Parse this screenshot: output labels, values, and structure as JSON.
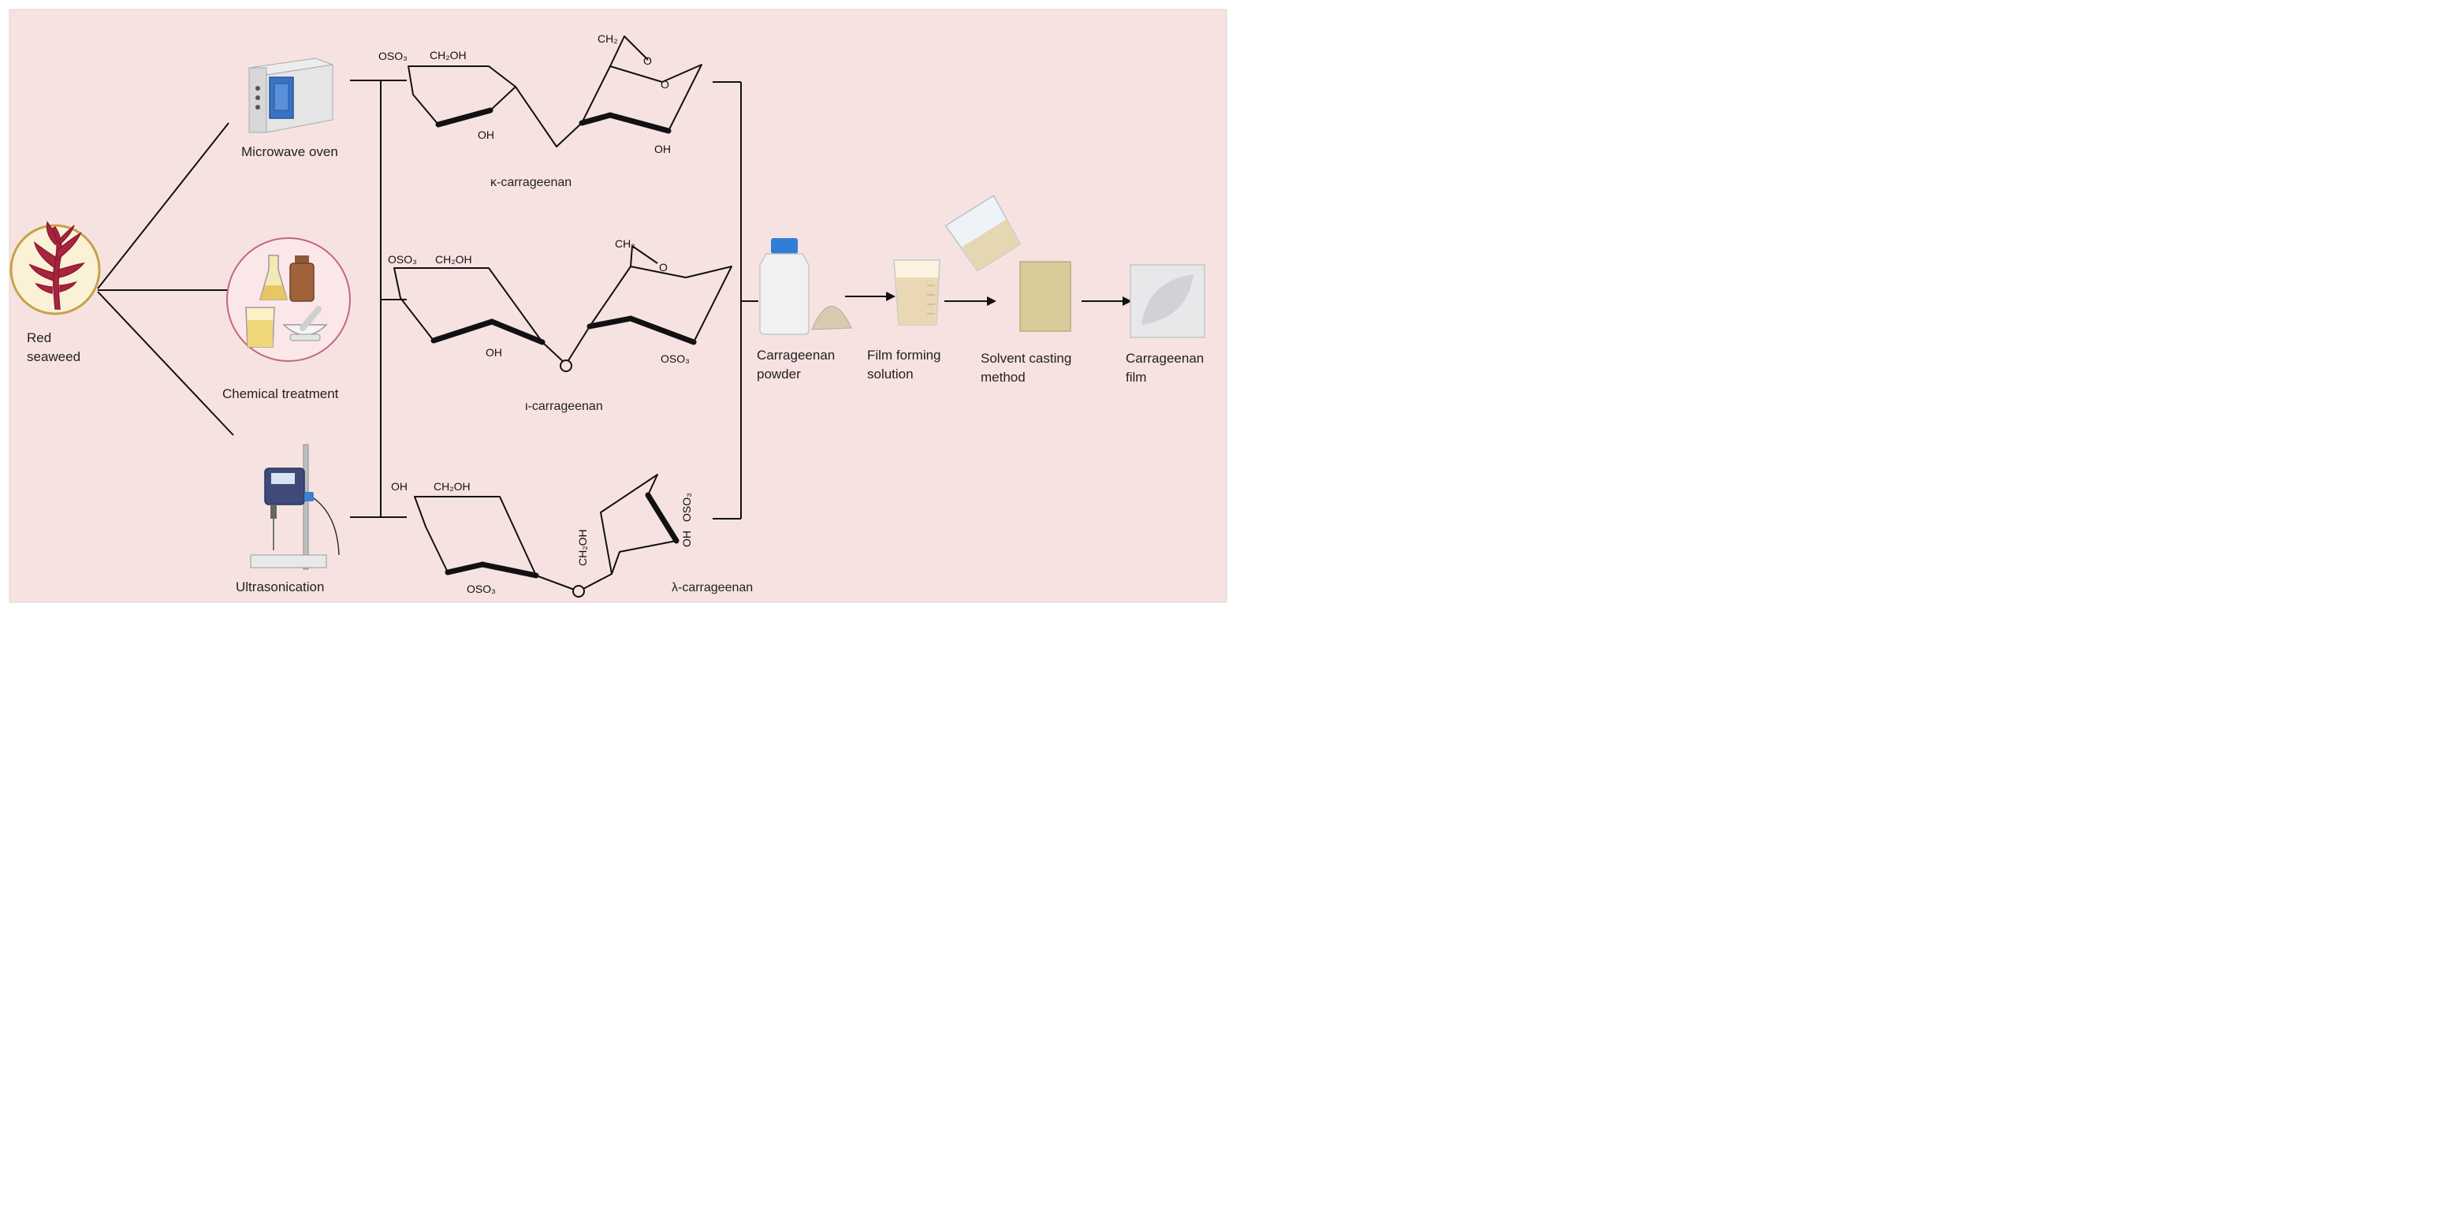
{
  "source": {
    "label_line1": "Red",
    "label_line2": "seaweed"
  },
  "methods": {
    "microwave": "Microwave oven",
    "chemical": "Chemical treatment",
    "ultrasonication": "Ultrasonication"
  },
  "structures": {
    "kappa": {
      "name": "κ-carrageenan",
      "top_left_1": "OSO₃",
      "top_left_2": "CH₂OH",
      "ch2": "CH₂",
      "o_bridge": "O",
      "o_ring": "O",
      "oh_left": "OH",
      "oh_right": "OH"
    },
    "iota": {
      "name": "ι-carrageenan",
      "top_left_1": "OSO₃",
      "top_left_2": "CH₂OH",
      "ch2": "CH₂",
      "o_bridge": "O",
      "oh_left": "OH",
      "oso3_right": "OSO₃"
    },
    "lambda": {
      "name": "λ-carrageenan",
      "top_left_1": "OH",
      "top_left_2": "CH₂OH",
      "ch2oh_vertical": "CH₂OH",
      "oh_vertical": "OH",
      "oso3_vertical": "OSO₃",
      "oso3_bottom": "OSO₃"
    }
  },
  "process": {
    "powder_line1": "Carrageenan",
    "powder_line2": "powder",
    "solution_line1": "Film forming",
    "solution_line2": "solution",
    "casting_line1": "Solvent casting",
    "casting_line2": "method",
    "film_line1": "Carrageenan",
    "film_line2": "film"
  },
  "colors": {
    "background": "#f6e3e1",
    "seaweed": "#a8243f",
    "oven_window": "#3a73c4",
    "bottle_cap": "#2f7fd6"
  }
}
